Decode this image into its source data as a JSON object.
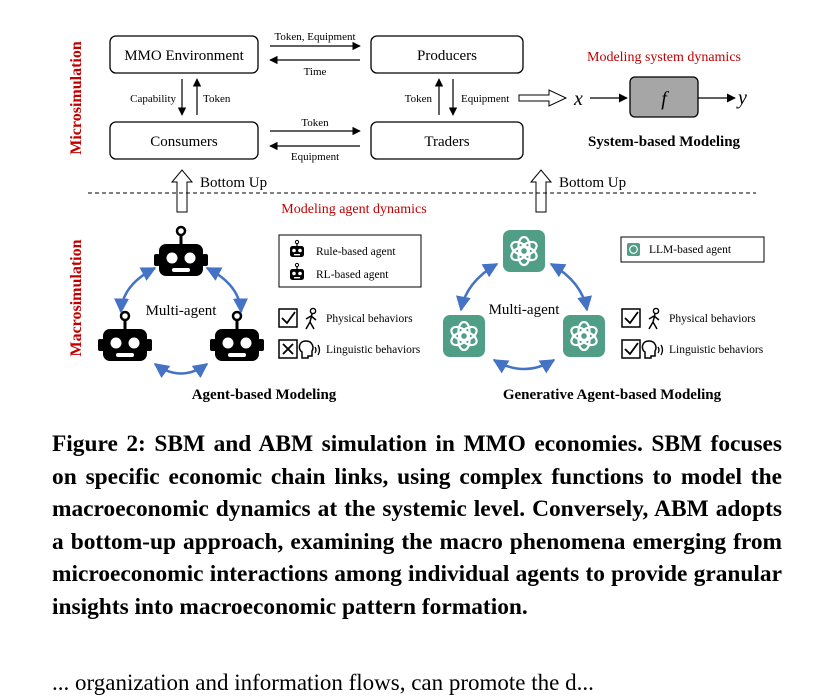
{
  "figure": {
    "side_labels": {
      "micro": "Microsimulation",
      "macro": "Macrosimulation"
    },
    "micro": {
      "boxes": {
        "mmo": "MMO Environment",
        "producers": "Producers",
        "consumers": "Consumers",
        "traders": "Traders"
      },
      "edges": {
        "token_equipment": "Token, Equipment",
        "time": "Time",
        "capability": "Capability",
        "token_left": "Token",
        "token_right": "Token",
        "equipment_right": "Equipment",
        "token_bottom": "Token",
        "equipment_bottom": "Equipment"
      },
      "system": {
        "heading": "Modeling system dynamics",
        "input": "x",
        "function": "f",
        "output": "y",
        "caption": "System-based Modeling"
      }
    },
    "bottom_up": {
      "left": "Bottom Up",
      "right": "Bottom Up"
    },
    "agent_dynamics": "Modeling agent dynamics",
    "macro": {
      "left": {
        "center_label": "Multi-agent",
        "legend": [
          "Rule-based agent",
          "RL-based agent"
        ],
        "behaviors": [
          "Physical behaviors",
          "Linguistic behaviors"
        ],
        "behavior_marks": [
          "check",
          "cross"
        ],
        "caption": "Agent-based Modeling"
      },
      "right": {
        "center_label": "Multi-agent",
        "legend": [
          "LLM-based agent"
        ],
        "behaviors": [
          "Physical behaviors",
          "Linguistic behaviors"
        ],
        "behavior_marks": [
          "check",
          "check"
        ],
        "caption": "Generative Agent-based Modeling"
      }
    },
    "colors": {
      "red": "#c00000",
      "blue": "#4472c4",
      "green": "#4f9e85",
      "fgray": "#a6a6a6"
    }
  },
  "caption": "Figure 2: SBM and ABM simulation in MMO economies. SBM focuses on specific economic chain links, using complex functions to model the macroeconomic dynamics at the systemic level. Conversely, ABM adopts a bottom-up approach, examining the macro phenomena emerging from microeconomic interactions among individual agents to provide granular insights into macroeconomic pattern formation.",
  "body_tail": "... organization and information flows, can promote the d..."
}
